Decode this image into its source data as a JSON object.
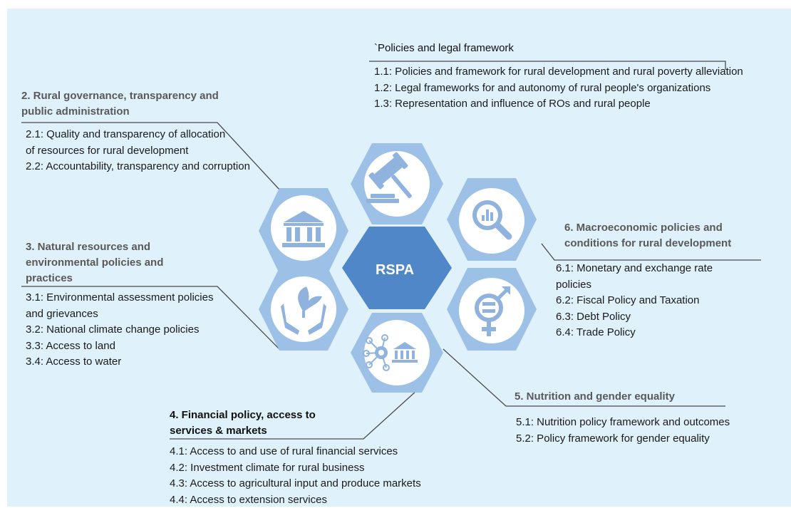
{
  "center": {
    "label": "RSPA"
  },
  "icons": [
    "gavel-icon",
    "bank-building-icon",
    "magnifier-chart-icon",
    "hands-leaf-icon",
    "gender-equality-icon",
    "finance-network-icon"
  ],
  "colors": {
    "background": "#dff1fa",
    "hex_outer": "#9cc0e6",
    "hex_center": "#4f87c9",
    "icon_circle": "#ffffff",
    "icon_fill": "#8fb3de",
    "connector": "#4a4a4a"
  },
  "pillars": [
    {
      "heading": "`Policies and legal framework",
      "items": [
        "1.1: Policies and framework for rural development and rural poverty alleviation",
        "1.2: Legal frameworks for and autonomy of rural people's organizations",
        "1.3: Representation and influence of ROs and rural people"
      ]
    },
    {
      "heading": "2. Rural governance, transparency and public administration",
      "items": [
        "2.1: Quality and transparency of allocation of resources for rural development",
        "2.2: Accountability, transparency and corruption"
      ]
    },
    {
      "heading": "3. Natural resources and environmental policies and practices",
      "items": [
        "3.1: Environmental assessment policies and grievances",
        "3.2: National climate change policies",
        "3.3: Access to land",
        "3.4: Access to water"
      ]
    },
    {
      "heading": "4. Financial policy, access to services & markets",
      "items": [
        "4.1: Access to and use of rural financial services",
        "4.2:  Investment climate for rural business",
        "4.3: Access to agricultural input and produce markets",
        "4.4: Access to extension services"
      ]
    },
    {
      "heading": "5. Nutrition and gender equality",
      "items": [
        "5.1: Nutrition policy framework and outcomes",
        "5.2:  Policy framework for gender equality"
      ]
    },
    {
      "heading": "6. Macroeconomic policies and conditions for rural development",
      "items": [
        "6.1:  Monetary and exchange rate policies",
        "6.2: Fiscal Policy and Taxation",
        "6.3: Debt Policy",
        "6.4: Trade Policy"
      ]
    }
  ]
}
